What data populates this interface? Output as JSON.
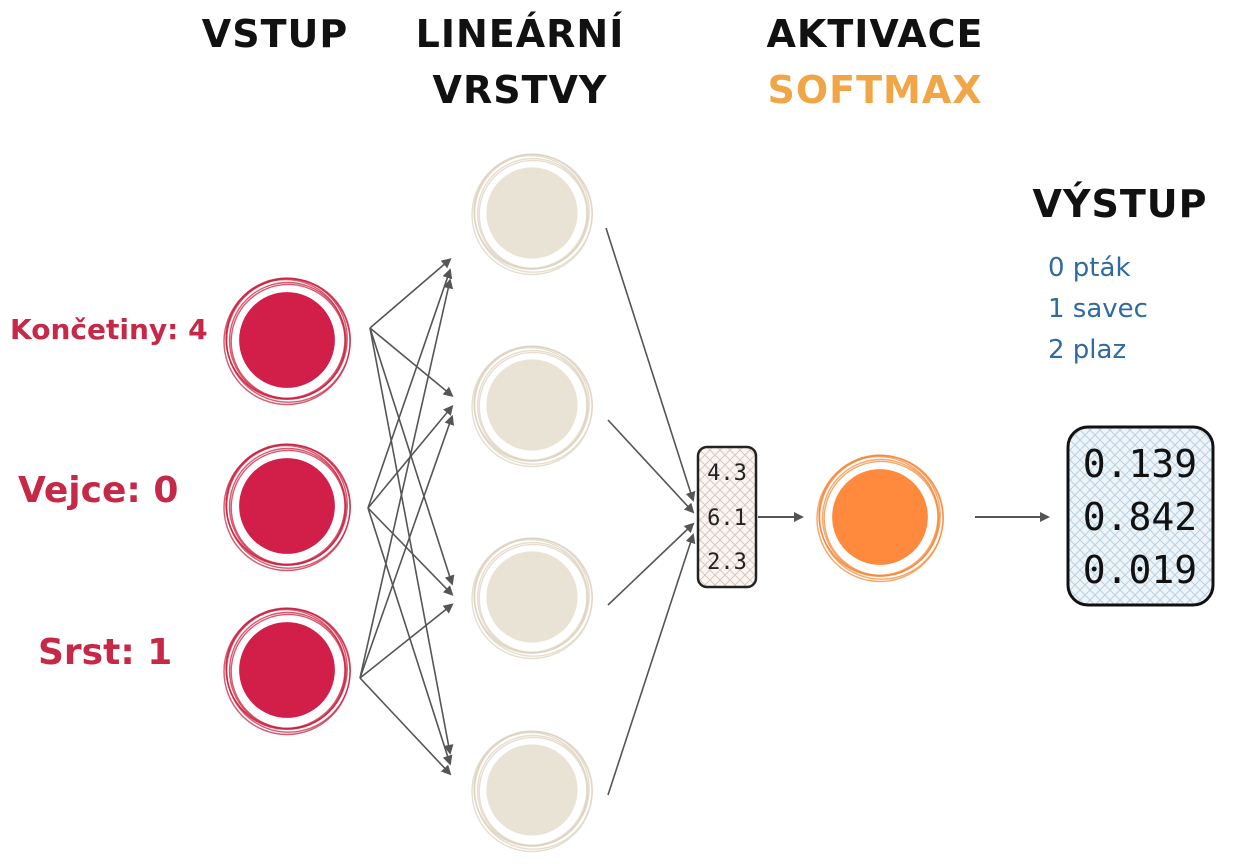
{
  "headers": {
    "input": "VSTUP",
    "linear_line1": "LINEÁRNÍ",
    "linear_line2": "VRSTVY",
    "activation": "AKTIVACE",
    "activation_fn": "SOFTMAX",
    "output": "VÝSTUP"
  },
  "inputs": [
    {
      "label": "Končetiny: 4"
    },
    {
      "label": "Vejce: 0"
    },
    {
      "label": "Srst: 1"
    }
  ],
  "logits": [
    "4.3",
    "6.1",
    "2.3"
  ],
  "output_legend": [
    "0 pták",
    "1 savec",
    "2 plaz"
  ],
  "probabilities": [
    "0.139",
    "0.842",
    "0.019"
  ],
  "colors": {
    "input_node": "#d21f4a",
    "hidden_node": "#e9e3d6",
    "softmax_node": "#ff8a3d",
    "softmax_text": "#f0a646",
    "input_text": "#c62848",
    "legend_text": "#2f6aa0",
    "output_box": "#dbe8f0"
  }
}
